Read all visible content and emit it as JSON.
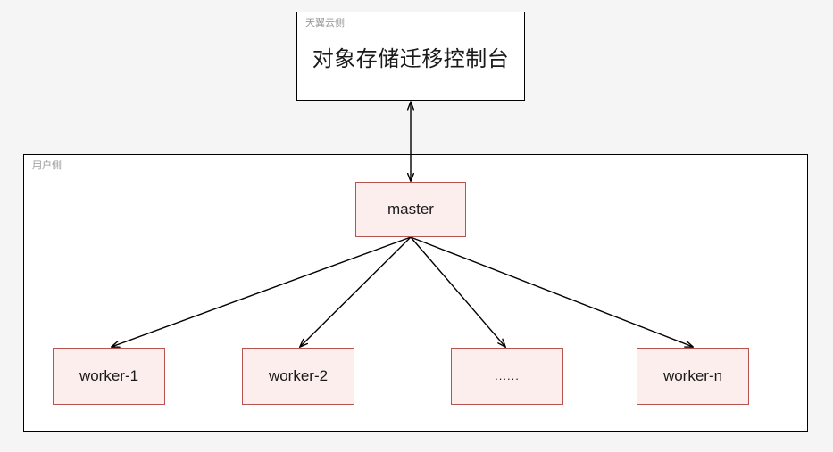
{
  "diagram": {
    "title_text": "对象存储迁移控制台",
    "groups": {
      "cloud_side": {
        "label": "天翼云侧"
      },
      "user_side": {
        "label": "用户侧"
      }
    },
    "nodes": {
      "master": {
        "label": "master"
      },
      "worker_1": {
        "label": "worker-1"
      },
      "worker_2": {
        "label": "worker-2"
      },
      "worker_more": {
        "label": "......"
      },
      "worker_n": {
        "label": "worker-n"
      }
    },
    "colors": {
      "node_fill": "#fdeeee",
      "node_border": "#b85450",
      "group_border": "#000000",
      "group_label": "#9a9a9a",
      "page_background": "#f5f5f5",
      "connector": "#000000",
      "text": "#1a1a1a"
    },
    "connectors": [
      {
        "name": "console-master",
        "from": "cloud-console",
        "to": "master",
        "style": "double-headed"
      },
      {
        "name": "master-worker-1",
        "from": "master",
        "to": "worker-1",
        "style": "single-headed"
      },
      {
        "name": "master-worker-2",
        "from": "master",
        "to": "worker-2",
        "style": "single-headed"
      },
      {
        "name": "master-worker-more",
        "from": "master",
        "to": "worker-more",
        "style": "single-headed"
      },
      {
        "name": "master-worker-n",
        "from": "master",
        "to": "worker-n",
        "style": "single-headed"
      }
    ]
  }
}
